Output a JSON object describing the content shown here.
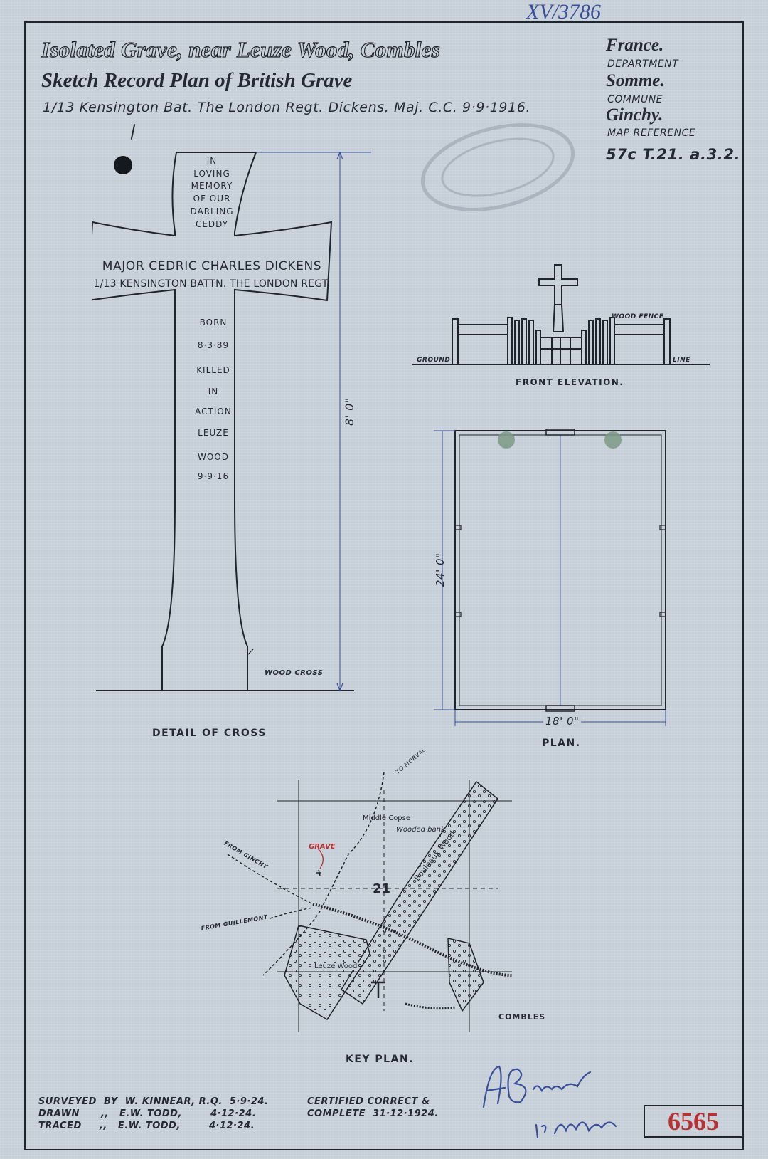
{
  "archive_ref": "XV/3786",
  "title": "Isolated Grave, near Leuze Wood, Combles",
  "subtitle": "Sketch Record Plan of British Grave",
  "unit_line": "1/13 Kensington Bat. The London Regt. Dickens, Maj. C.C. 9·9·1916.",
  "location": {
    "country": "France.",
    "department_label": "DEPARTMENT",
    "department": "Somme.",
    "commune_label": "COMMUNE",
    "commune": "Ginchy.",
    "map_ref_label": "MAP REFERENCE",
    "map_ref": "57c T.21. a.3.2."
  },
  "cross": {
    "inscription_top": [
      "IN",
      "LOVING",
      "MEMORY",
      "OF OUR",
      "DARLING",
      "CEDDY"
    ],
    "name_line": "MAJOR CEDRIC CHARLES DICKENS",
    "unit_line": "1/13 KENSINGTON BATTN. THE LONDON REGT.",
    "inscription_bottom": [
      "BORN",
      "8·3·89",
      "KILLED",
      "IN",
      "ACTION",
      "LEUZE",
      "WOOD",
      "9·9·16"
    ],
    "height_dim": "8' 0\"",
    "wood_cross_label": "WOOD CROSS",
    "caption": "DETAIL OF CROSS"
  },
  "elevation": {
    "wood_fence_label": "WOOD FENCE",
    "ground_label": "GROUND",
    "line_label": "LINE",
    "caption": "FRONT ELEVATION."
  },
  "plan": {
    "length_dim": "24' 0\"",
    "width_dim": "18' 0\"",
    "caption": "PLAN."
  },
  "key_plan": {
    "to_morval": "TO MORVAL",
    "middle_copse": "Middle Copse",
    "wooded_bank": "Wooded bank",
    "grave": "GRAVE",
    "from_ginchy": "FROM GINCHY",
    "square": "21",
    "bouleaux_wood": "Bouleaux Wood",
    "from_guillemont": "FROM GUILLEMONT",
    "leuze_wood": "Leuze Wood",
    "sheet_letter": "T",
    "combles": "COMBLES",
    "caption": "KEY PLAN."
  },
  "credits": {
    "surveyed": "SURVEYED  BY  W. KINNEAR, R.Q.  5·9·24.",
    "drawn": "DRAWN      ,,   E.W. TODD,        4·12·24.",
    "traced": "TRACED     ,,   E.W. TODD,        4·12·24.",
    "certified_1": "CERTIFIED CORRECT &",
    "certified_2": "COMPLETE  31·12·1924."
  },
  "signature_text": "A.P. Brown",
  "signature_pp": "pr A.J. Jenks",
  "sheet_number": "6565",
  "colors": {
    "paper": "#c6cfd8",
    "ink": "#1f252c",
    "blue_ink": "#3a4f9a",
    "red_ink": "#b83030",
    "stamp": "#a7b0bb"
  }
}
